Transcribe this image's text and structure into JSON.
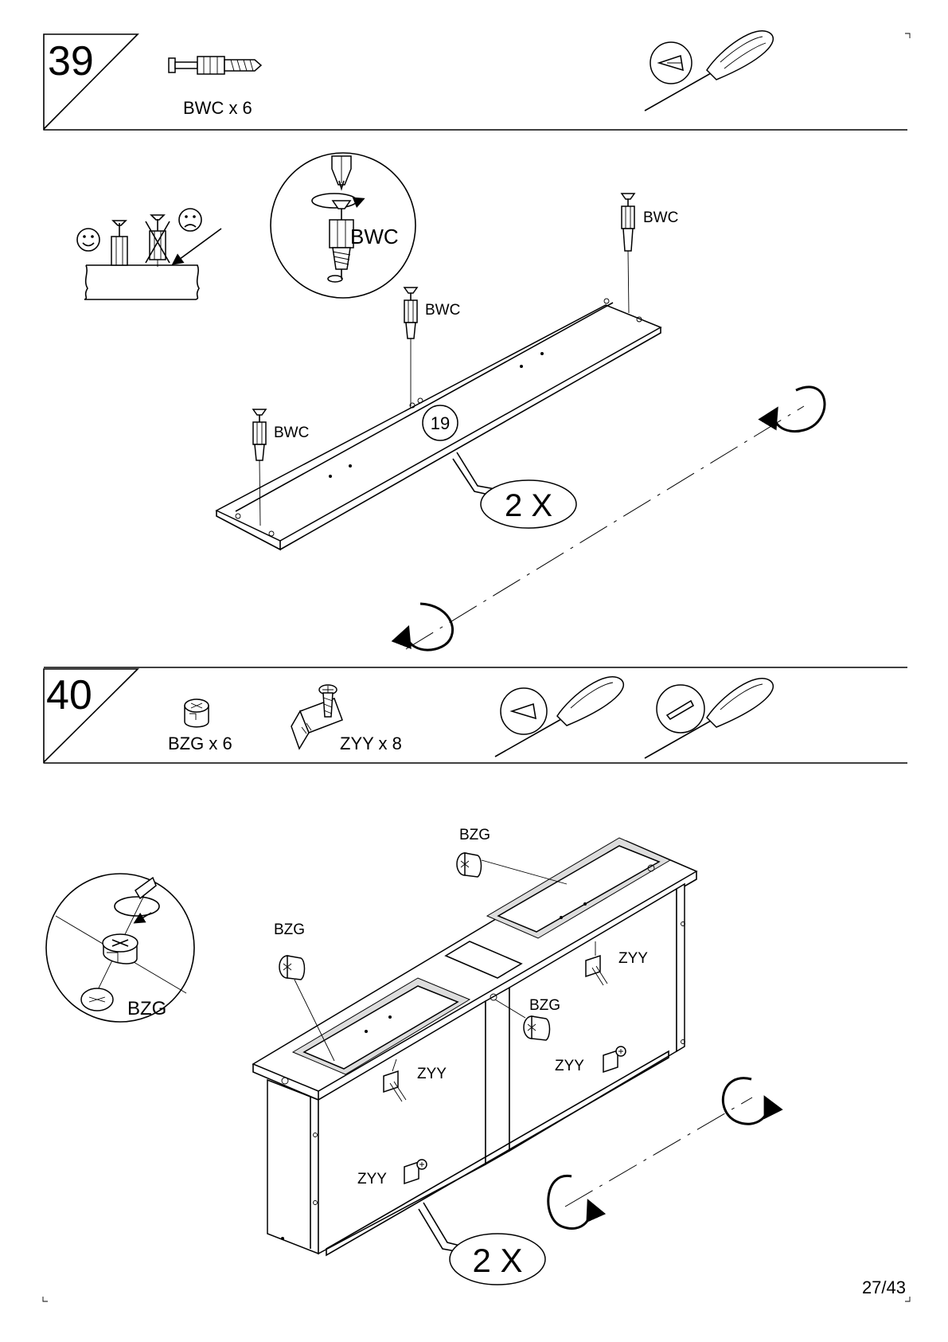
{
  "page_number": "27/43",
  "steps": [
    {
      "number": "39",
      "parts": [
        {
          "icon": "cam-bolt-icon",
          "code": "BWC",
          "qty_label": "BWC x 6"
        }
      ],
      "tools": [
        "phillips-screwdriver-icon"
      ],
      "callouts": {
        "detail_bolt": "BWC",
        "bolt_1": "BWC",
        "bolt_2": "BWC",
        "bolt_3": "BWC",
        "panel_number": "19",
        "multiplier": "2 X"
      }
    },
    {
      "number": "40",
      "parts": [
        {
          "icon": "cam-lock-icon",
          "code": "BZG",
          "qty_label": "BZG x 6"
        },
        {
          "icon": "corner-bracket-icon",
          "code": "ZYY",
          "qty_label": "ZYY x 8"
        }
      ],
      "tools": [
        "phillips-screwdriver-icon",
        "flat-screwdriver-icon"
      ],
      "callouts": {
        "detail_cam": "BZG",
        "cam_1": "BZG",
        "cam_2": "BZG",
        "cam_3": "BZG",
        "bracket_1": "ZYY",
        "bracket_2": "ZYY",
        "bracket_3": "ZYY",
        "bracket_4": "ZYY",
        "multiplier": "2 X"
      }
    }
  ]
}
